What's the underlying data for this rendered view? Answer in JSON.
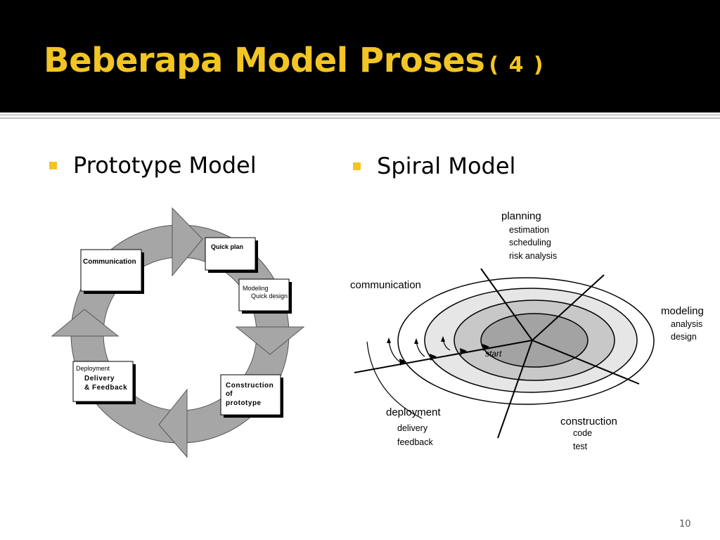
{
  "slide": {
    "title": "Beberapa Model Proses",
    "title_suffix": "( 4 )",
    "page_number": "10",
    "colors": {
      "header_bg": "#000000",
      "title": "#f2c524",
      "bullet": "#f2c524",
      "arrow_gray": "#a6a6a6"
    }
  },
  "left": {
    "bullet": "Prototype Model",
    "diagram": {
      "communication": "Communication",
      "quick_plan": "Quick plan",
      "modeling_line1": "Modeling",
      "modeling_line2": "Quick design",
      "construction_line1": "Construction",
      "construction_line2": "of",
      "construction_line3": "prototype",
      "deployment_line1": "Deployment",
      "deployment_line2": "Delivery",
      "deployment_line3": "& Feedback"
    }
  },
  "right": {
    "bullet": "Spiral Model",
    "diagram": {
      "planning": "planning",
      "estimation": "estimation",
      "scheduling": "scheduling",
      "risk_analysis": "risk analysis",
      "communication": "communication",
      "modeling": "modeling",
      "analysis": "analysis",
      "design": "design",
      "start": "start",
      "deployment": "deployment",
      "delivery": "delivery",
      "feedback": "feedback",
      "construction": "construction",
      "code": "code",
      "test": "test"
    }
  }
}
